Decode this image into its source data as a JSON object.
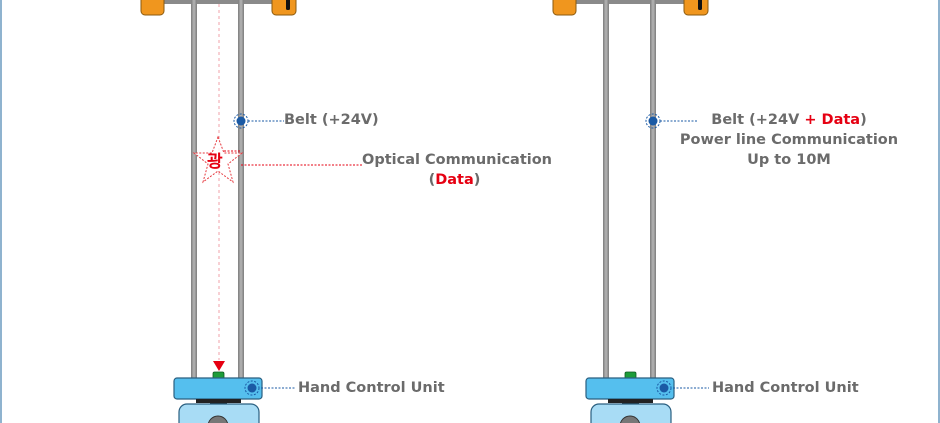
{
  "colors": {
    "label_gray": "#6b6b6b",
    "accent_red": "#e60012",
    "rail_gray": "#9a9a9a",
    "orange_block": "#f0961e",
    "unit_blue": "#55bfee",
    "unit_base_blue": "#a8dcf5",
    "belt_dot": "#1a5aa5",
    "button_green": "#1d9c3a",
    "frame_border": "#8fb3cf"
  },
  "left_diagram": {
    "belt_label": "Belt (+24V)",
    "optical_label": "Optical Communication",
    "optical_data_open": "(",
    "optical_data_word": "Data",
    "optical_data_close": ")",
    "light_symbol": "광",
    "hand_unit_label": "Hand Control Unit"
  },
  "right_diagram": {
    "belt_label_prefix": "Belt (+24V ",
    "belt_label_accent": "+ Data",
    "belt_label_suffix": ")",
    "plc_label": "Power line Communication",
    "speed_label": "Up to 10M",
    "hand_unit_label": "Hand Control Unit"
  }
}
